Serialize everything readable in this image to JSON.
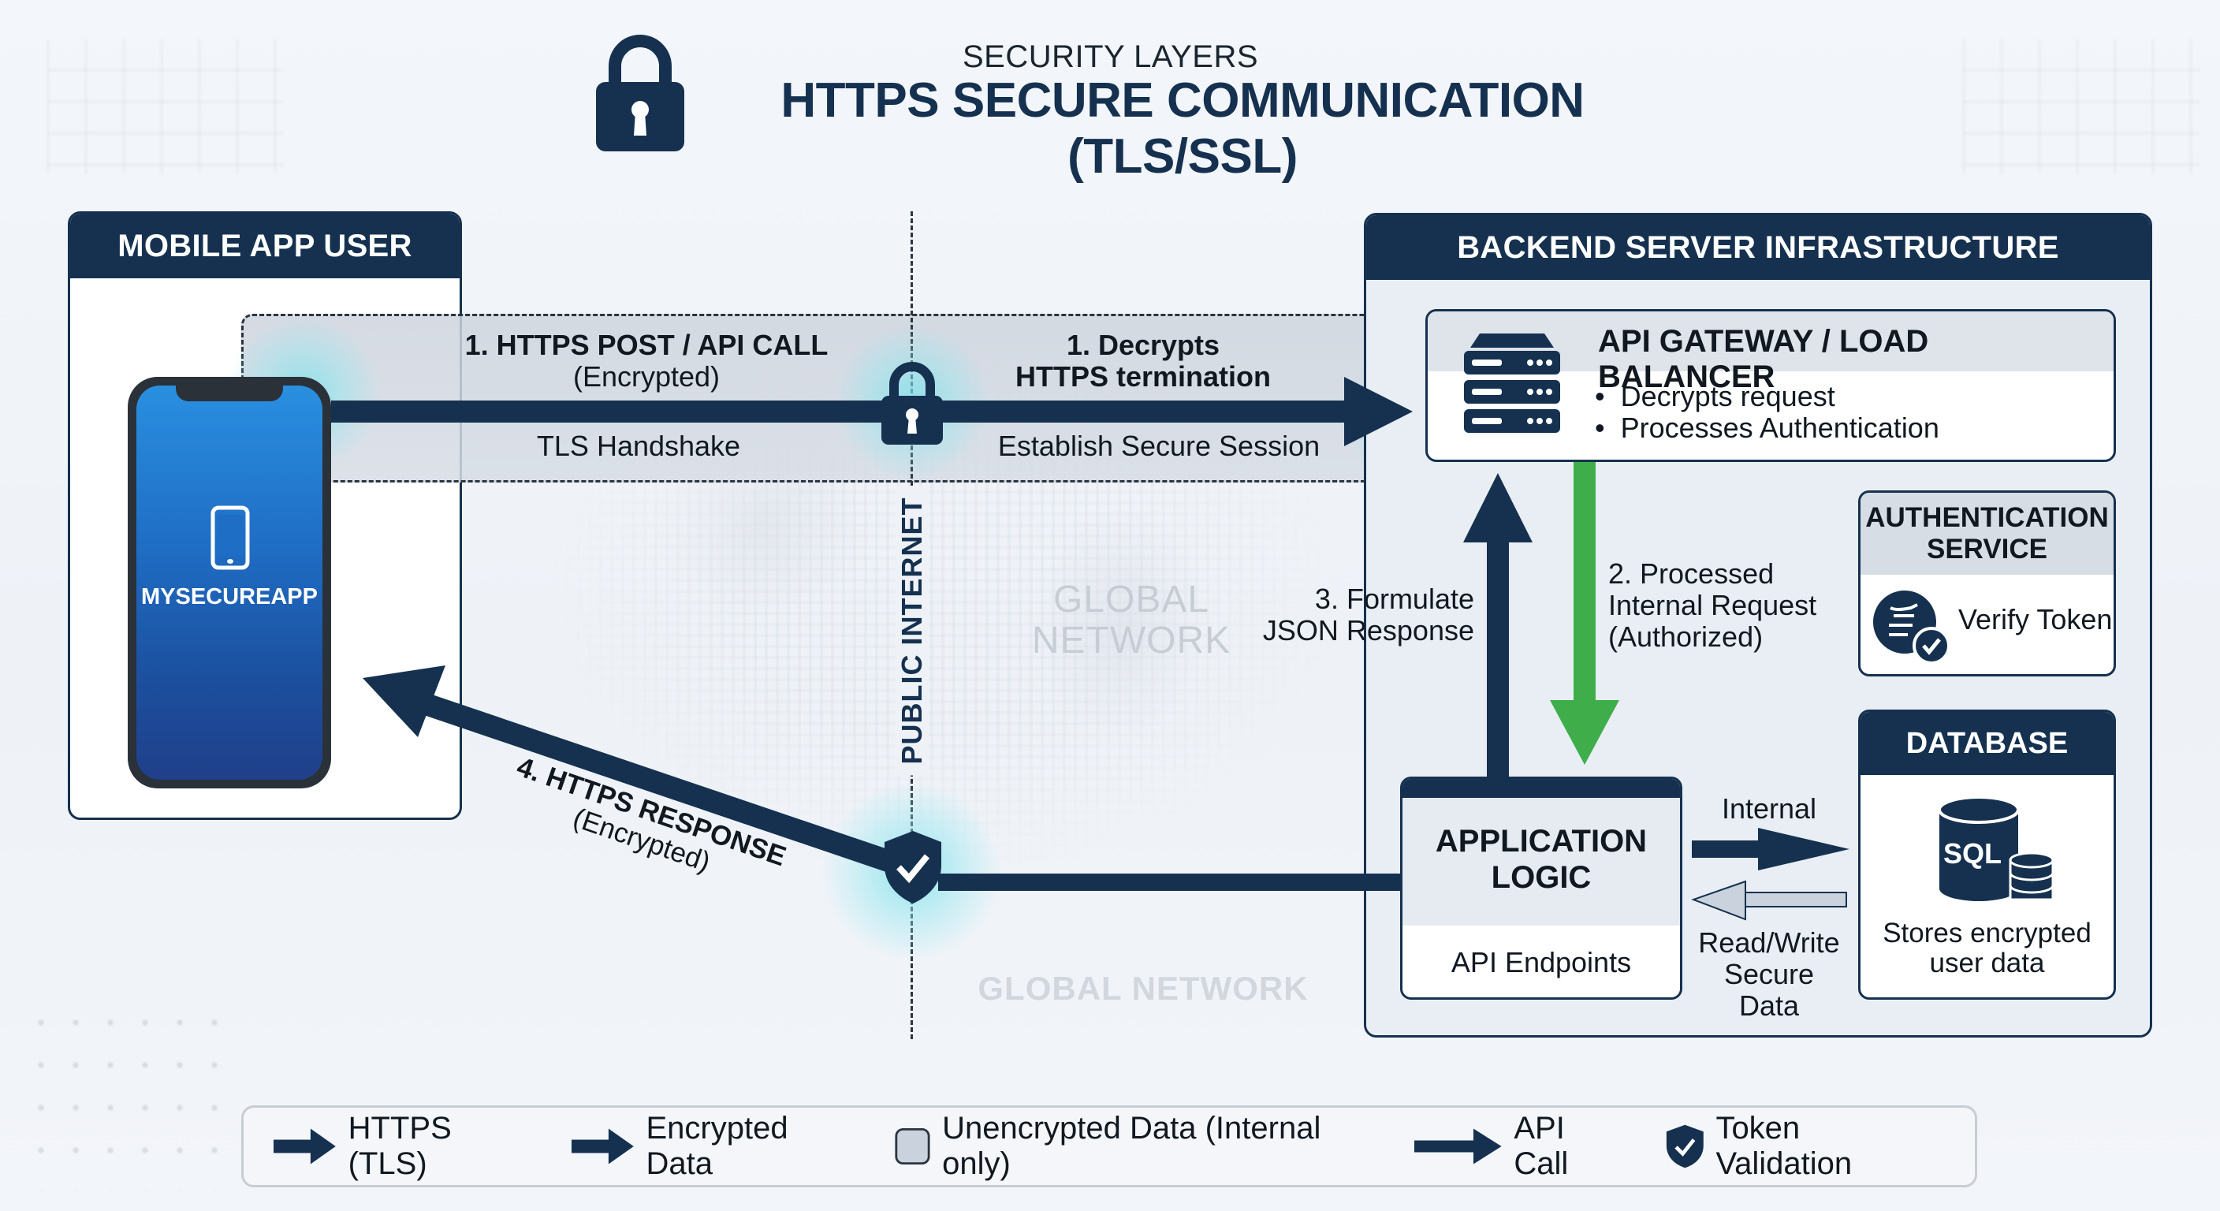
{
  "header": {
    "subtitle": "SECURITY LAYERS",
    "title": "HTTPS SECURE COMMUNICATION (TLS/SSL)",
    "icon": "padlock-icon"
  },
  "colors": {
    "navy": "#15314f",
    "green": "#3fae4a",
    "glow": "#7fe3ea",
    "background": "#eef2f7",
    "internal_arrow": "#c9d2dd"
  },
  "mobile": {
    "title": "MOBILE APP USER",
    "app_name": "MYSECUREAPP",
    "icon": "smartphone-icon"
  },
  "public_internet": {
    "label": "PUBLIC INTERNET",
    "watermark_center": "GLOBAL\nNETWORK",
    "watermark_bottom": "GLOBAL NETWORK"
  },
  "request": {
    "title": "1. HTTPS POST / API CALL",
    "subtitle": "(Encrypted)",
    "below": "TLS Handshake",
    "right_title_1": "1. Decrypts",
    "right_title_2": "HTTPS termination",
    "right_below": "Establish Secure Session",
    "icon": "padlock-icon"
  },
  "response": {
    "title": "4. HTTPS RESPONSE",
    "subtitle": "(Encrypted)",
    "icon": "shield-check-icon"
  },
  "backend": {
    "title": "BACKEND SERVER INFRASTRUCTURE",
    "gateway": {
      "title": "API GATEWAY / LOAD BALANCER",
      "bullets": [
        "Decrypts request",
        "Processes Authentication"
      ],
      "icon": "server-icon"
    },
    "auth": {
      "title_1": "AUTHENTICATION",
      "title_2": "SERVICE",
      "action": "Verify Token",
      "icon": "token-verify-icon"
    },
    "app_logic": {
      "title_1": "APPLICATION",
      "title_2": "LOGIC",
      "sub": "API Endpoints"
    },
    "database": {
      "title": "DATABASE",
      "icon_text": "SQL",
      "desc_1": "Stores encrypted",
      "desc_2": "user data",
      "icon": "database-icon"
    },
    "step2": [
      "2. Processed",
      "Internal Request",
      "(Authorized)"
    ],
    "step3": [
      "3. Formulate",
      "JSON Response"
    ],
    "internal_label": "Internal",
    "rw_label": [
      "Read/Write",
      "Secure Data"
    ]
  },
  "legend": {
    "items": [
      {
        "icon": "arrow-right-icon",
        "label": "HTTPS (TLS)"
      },
      {
        "icon": "arrow-right-icon",
        "label": "Encrypted Data"
      },
      {
        "icon": "grey-box-icon",
        "label": "Unencrypted Data (Internal only)"
      },
      {
        "icon": "long-arrow-right-icon",
        "label": "API Call"
      },
      {
        "icon": "shield-check-icon",
        "label": "Token Validation"
      }
    ]
  }
}
